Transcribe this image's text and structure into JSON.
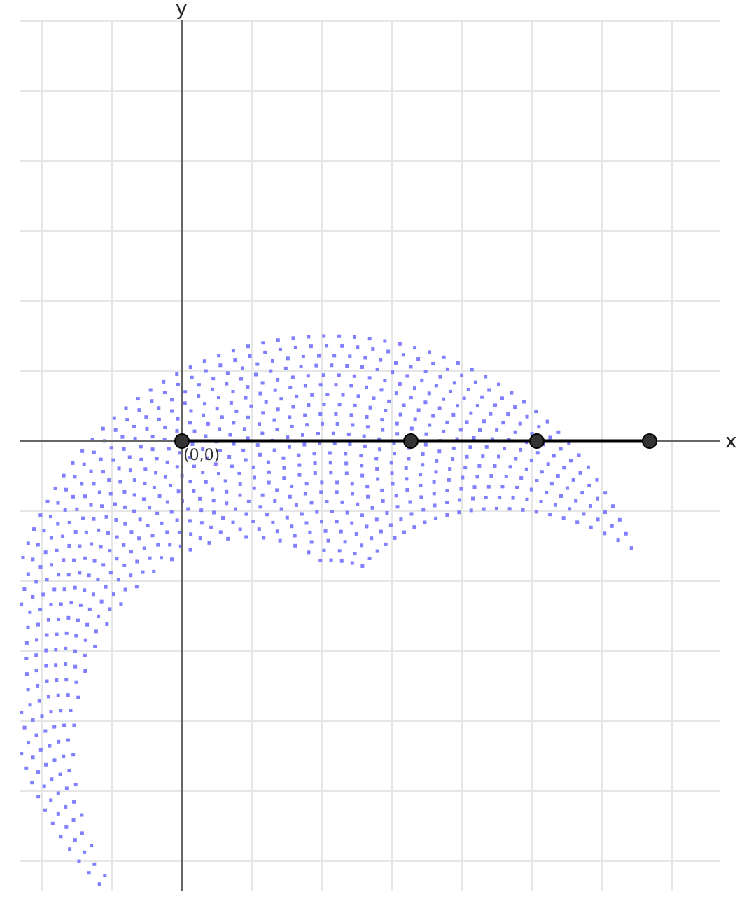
{
  "axes": {
    "x_label": "x",
    "y_label": "y"
  },
  "grid": {
    "visible": true,
    "x_range": [
      -2,
      7
    ],
    "y_range": [
      -6,
      6
    ],
    "spacing": 1
  },
  "segment": {
    "from": [
      0,
      0
    ],
    "to": [
      6.7,
      0
    ]
  },
  "points": [
    {
      "id": "origin",
      "x": 0,
      "y": 0,
      "label": "(0,0)"
    },
    {
      "id": "p1",
      "x": 3.27,
      "y": 0,
      "label": ""
    },
    {
      "id": "p2",
      "x": 5.07,
      "y": 0,
      "label": ""
    },
    {
      "id": "p3",
      "x": 6.68,
      "y": 0,
      "label": ""
    }
  ],
  "dot_region": {
    "description_visible": false,
    "center": [
      2.1,
      -3.1
    ],
    "arcs": [
      {
        "radius": 1.4,
        "start_deg": 70,
        "end_deg": 95
      },
      {
        "radius": 4.6,
        "start_deg": 20,
        "end_deg": 230
      }
    ]
  },
  "colors": {
    "background": "#ffffff",
    "grid": "#e6e6e6",
    "axis": "#666666",
    "segment": "#000000",
    "point_fill": "#333333",
    "dots": "#7f7fff"
  }
}
